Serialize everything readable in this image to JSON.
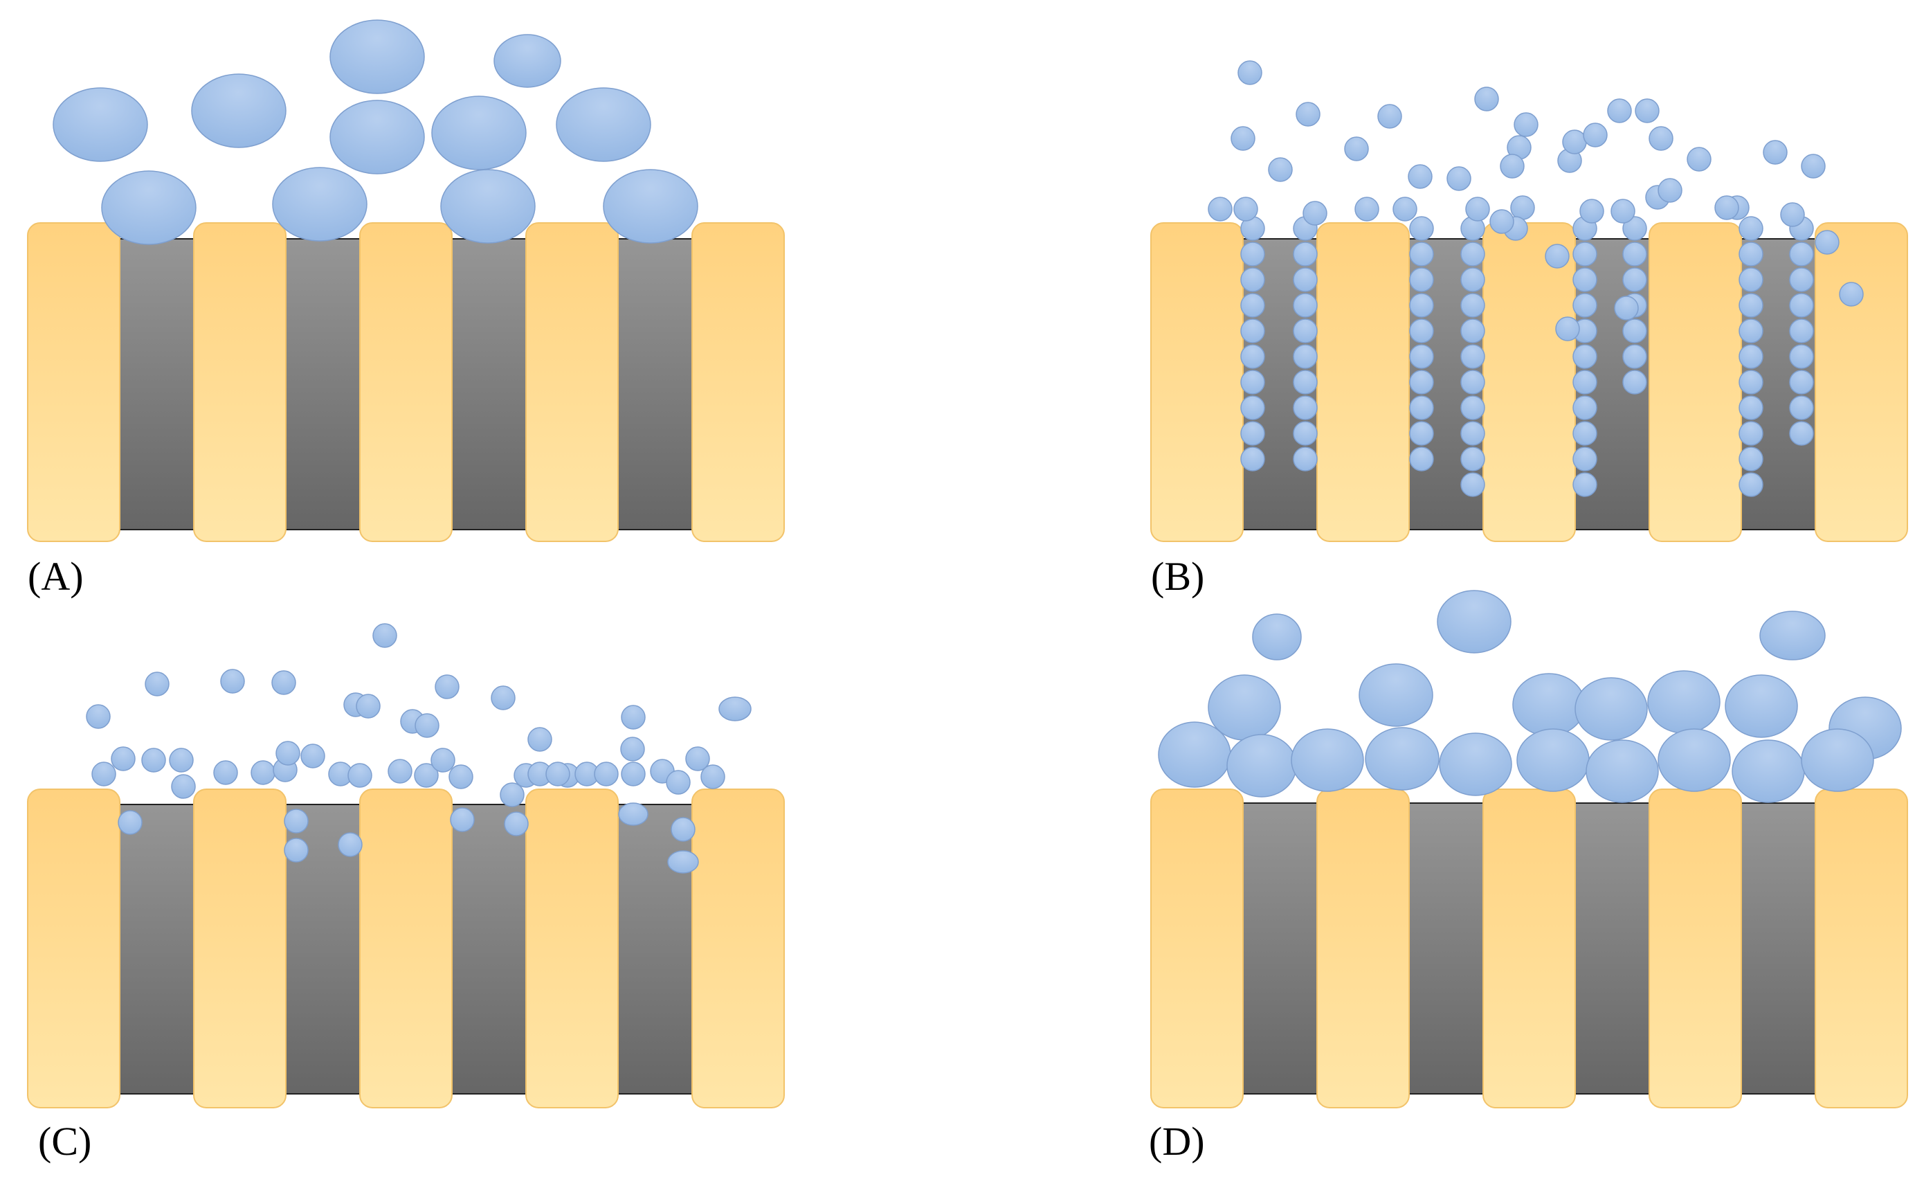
{
  "figure": {
    "panels": [
      {
        "id": "A",
        "label": "(A)",
        "particles": "large"
      },
      {
        "id": "B",
        "label": "(B)",
        "particles": "small-penetrating"
      },
      {
        "id": "C",
        "label": "(C)",
        "particles": "small-surface"
      },
      {
        "id": "D",
        "label": "(D)",
        "particles": "large-packed"
      }
    ]
  },
  "colors": {
    "pillar": "#FFD27F",
    "pillar_light": "#FFE6A8",
    "pore_top": "#969696",
    "pore_bottom": "#666666",
    "particle": "#93B6E3",
    "particle_light": "#B7CFEF",
    "particle_stroke": "#7E9FCF"
  }
}
